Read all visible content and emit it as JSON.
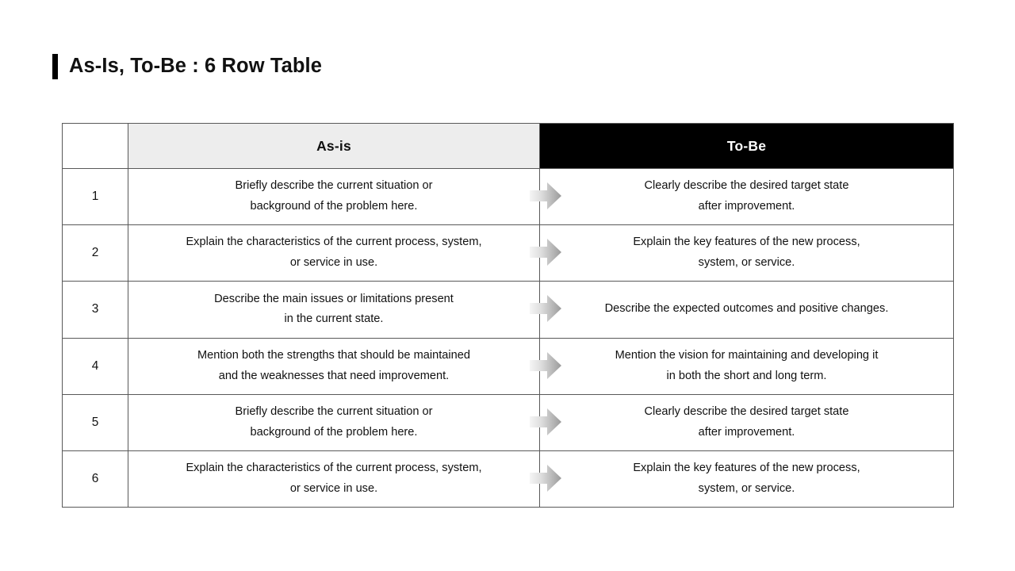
{
  "slide": {
    "title": "As-Is, To-Be : 6 Row Table",
    "accent_color": "#000000",
    "background_color": "#ffffff"
  },
  "table": {
    "border_color": "#595959",
    "columns": [
      {
        "key": "num",
        "label": "",
        "header_bg": "#ffffff",
        "header_fg": "#111111"
      },
      {
        "key": "asis",
        "label": "As-is",
        "header_bg": "#ededed",
        "header_fg": "#111111"
      },
      {
        "key": "tobe",
        "label": "To-Be",
        "header_bg": "#000000",
        "header_fg": "#ffffff"
      }
    ],
    "rows": [
      {
        "num": "1",
        "asis_line1": "Briefly describe the current situation or",
        "asis_line2": "background of the problem here.",
        "tobe_line1": "Clearly describe the desired target state",
        "tobe_line2": "after improvement.",
        "arrow": "right-arrow-icon"
      },
      {
        "num": "2",
        "asis_line1": "Explain the characteristics of the current process, system,",
        "asis_line2": "or service in use.",
        "tobe_line1": "Explain the key features of the new process,",
        "tobe_line2": "system, or service.",
        "arrow": "right-arrow-icon"
      },
      {
        "num": "3",
        "asis_line1": "Describe the main issues or limitations present",
        "asis_line2": "in the current state.",
        "tobe_line1": "Describe the expected outcomes and positive changes.",
        "tobe_line2": "",
        "arrow": "right-arrow-icon"
      },
      {
        "num": "4",
        "asis_line1": "Mention both the strengths that should be maintained",
        "asis_line2": "and the weaknesses that need improvement.",
        "tobe_line1": "Mention the vision for maintaining and developing it",
        "tobe_line2": "in both the short and long term.",
        "arrow": "right-arrow-icon"
      },
      {
        "num": "5",
        "asis_line1": "Briefly describe the current situation or",
        "asis_line2": "background of the problem here.",
        "tobe_line1": "Clearly describe the desired target state",
        "tobe_line2": "after improvement.",
        "arrow": "right-arrow-icon"
      },
      {
        "num": "6",
        "asis_line1": "Explain the characteristics of the current process, system,",
        "asis_line2": "or service in use.",
        "tobe_line1": "Explain the key features of the new process,",
        "tobe_line2": "system, or service.",
        "arrow": "right-arrow-icon"
      }
    ]
  },
  "arrow_style": {
    "gradient_from": "#f2f2f2",
    "gradient_to": "#9a9a9a"
  }
}
